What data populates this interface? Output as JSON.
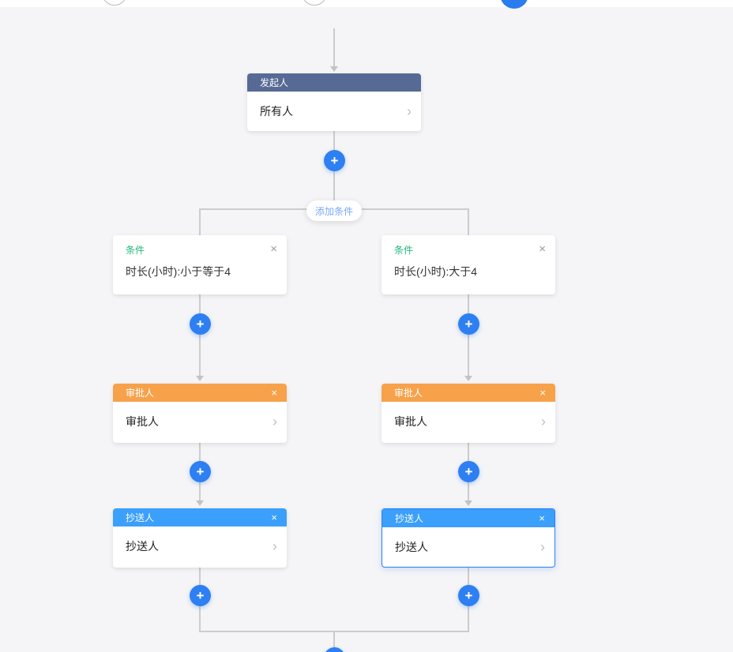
{
  "canvas": {
    "background": "#f5f5f7"
  },
  "stepper": {
    "steps": [
      {
        "name": "step-1",
        "active": false
      },
      {
        "name": "step-2",
        "active": false
      },
      {
        "name": "step-3",
        "active": true
      }
    ]
  },
  "icons": {
    "plus": "+",
    "close": "×",
    "chevron": "›"
  },
  "colors": {
    "initiator_header": "#576a95",
    "approver_header": "#f7a24b",
    "cc_header": "#3b9ffc",
    "condition_label": "#23b77f",
    "add_button": "#2e7ff2",
    "add_condition_text": "#7aa9fb",
    "line": "#cccccc"
  },
  "flow": {
    "initiator": {
      "title": "发起人",
      "value": "所有人"
    },
    "add_condition_label": "添加条件",
    "branches": [
      {
        "condition": {
          "title": "条件",
          "expression": "时长(小时):小于等于4"
        },
        "approver": {
          "title": "审批人",
          "value": "审批人"
        },
        "cc": {
          "title": "抄送人",
          "value": "抄送人",
          "selected": false
        }
      },
      {
        "condition": {
          "title": "条件",
          "expression": "时长(小时):大于4"
        },
        "approver": {
          "title": "审批人",
          "value": "审批人"
        },
        "cc": {
          "title": "抄送人",
          "value": "抄送人",
          "selected": true
        }
      }
    ]
  }
}
